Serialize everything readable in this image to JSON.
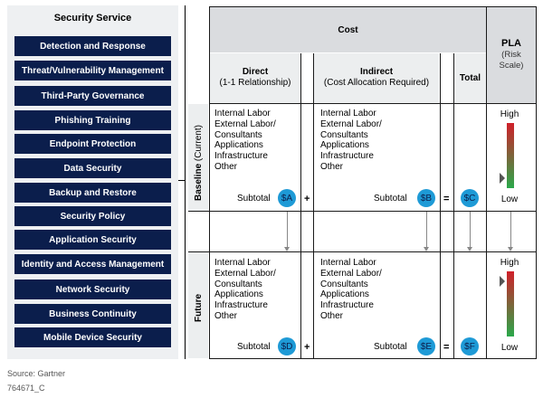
{
  "left": {
    "title": "Security Service",
    "services": [
      "Detection and Response",
      "Threat/Vulnerability Management",
      "Third-Party Governance",
      "Phishing Training",
      "Endpoint Protection",
      "Data Security",
      "Backup and Restore",
      "Security Policy",
      "Application Security",
      "Identity and Access Management",
      "Network Security",
      "Business Continuity",
      "Mobile Device Security"
    ]
  },
  "header": {
    "cost": "Cost",
    "pla_title": "PLA",
    "pla_sub": "(Risk Scale)",
    "direct_title": "Direct",
    "direct_sub": "(1-1 Relationship)",
    "indirect_title": "Indirect",
    "indirect_sub": "(Cost Allocation Required)",
    "total": "Total"
  },
  "rows": {
    "baseline_label": "Baseline",
    "baseline_sub": "(Current)",
    "future_label": "Future"
  },
  "cost_items": [
    "Internal Labor",
    "External Labor/",
    "Consultants",
    "Applications",
    "Infrastructure",
    "Other"
  ],
  "subtotal_label": "Subtotal",
  "badges": {
    "a": "$A",
    "b": "$B",
    "c": "$C",
    "d": "$D",
    "e": "$E",
    "f": "$F"
  },
  "operators": {
    "plus": "+",
    "equals": "="
  },
  "gauge": {
    "high": "High",
    "low": "Low",
    "baseline_marker_level": 0.15,
    "future_marker_level": 0.85
  },
  "colors": {
    "navy": "#0b1e4c",
    "badge": "#1e9ad6",
    "gauge_high": "#d0202a",
    "gauge_low": "#2aa84a"
  },
  "footer": {
    "source": "Source: Gartner",
    "doc_id": "764671_C"
  }
}
